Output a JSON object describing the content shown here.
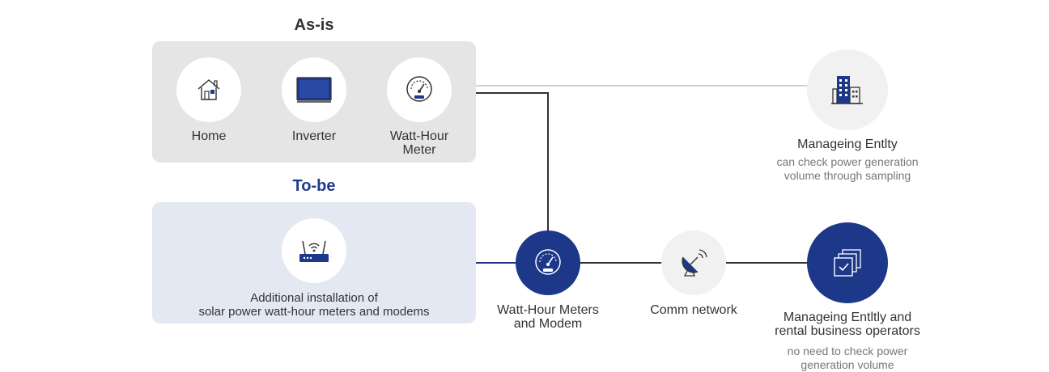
{
  "as_is": {
    "title": "As-is",
    "nodes": [
      {
        "label": "Home",
        "icon": "house-icon"
      },
      {
        "label": "Inverter",
        "icon": "inverter-panel-icon"
      },
      {
        "label": "Watt-Hour\nMeter",
        "icon": "gauge-icon"
      }
    ]
  },
  "to_be": {
    "title": "To-be",
    "node": {
      "icon": "wifi-router-icon",
      "label": "Additional installation of\nsolar power watt-hour meters and modems"
    }
  },
  "meter_modem": {
    "label": "Watt-Hour Meters\nand Modem",
    "icon": "gauge-icon"
  },
  "comm_network": {
    "label": "Comm network",
    "icon": "satellite-dish-icon"
  },
  "managing_entity": {
    "label": "Manageing Entlty",
    "description": "can check power generation\nvolume through sampling",
    "icon": "buildings-icon"
  },
  "managing_operators": {
    "label": "Manageing Entltly and\nrental business operators",
    "description": "no need to check power\ngeneration volume",
    "icon": "checked-documents-icon"
  },
  "colors": {
    "navy": "#1d3889",
    "panel_gray": "#e5e5e5",
    "panel_blue": "#e3e8f2",
    "title_blue": "#1f3b8c"
  }
}
